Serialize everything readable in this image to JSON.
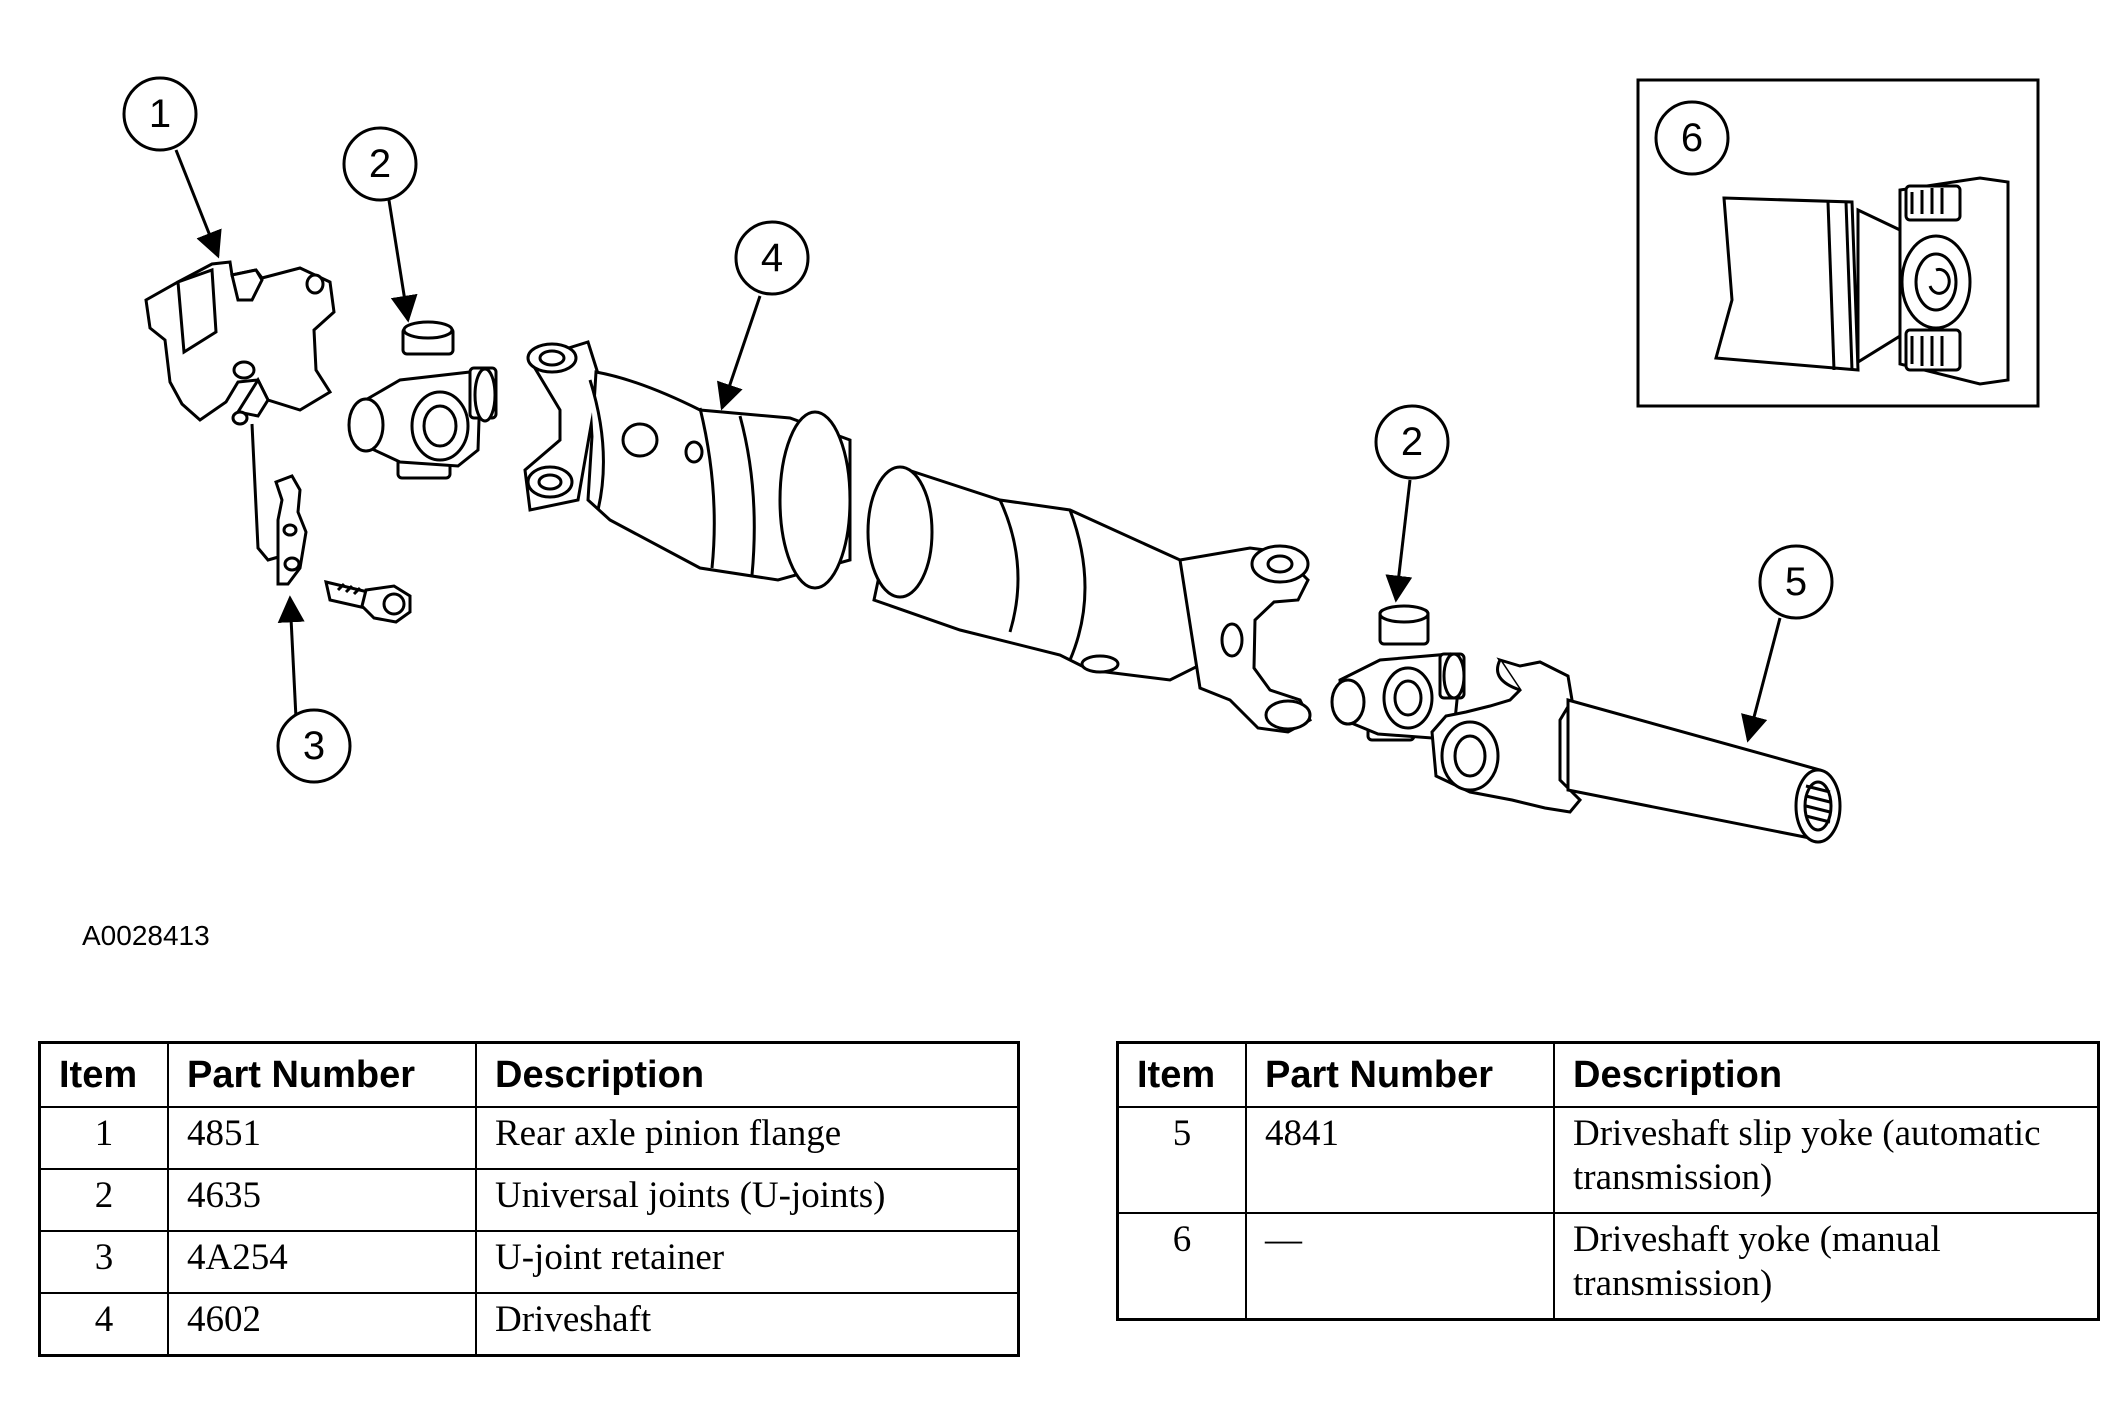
{
  "callouts": {
    "c1": "1",
    "c2a": "2",
    "c2b": "2",
    "c3": "3",
    "c4": "4",
    "c5": "5",
    "c6": "6"
  },
  "figure_id": "A0028413",
  "table_headers": {
    "item": "Item",
    "part_number": "Part Number",
    "description": "Description"
  },
  "parts_left": [
    {
      "item": "1",
      "part_number": "4851",
      "description": "Rear axle pinion flange"
    },
    {
      "item": "2",
      "part_number": "4635",
      "description": "Universal joints (U-joints)"
    },
    {
      "item": "3",
      "part_number": "4A254",
      "description": "U-joint retainer"
    },
    {
      "item": "4",
      "part_number": "4602",
      "description": "Driveshaft"
    }
  ],
  "parts_right": [
    {
      "item": "5",
      "part_number": "4841",
      "description": "Driveshaft slip yoke (automatic transmission)"
    },
    {
      "item": "6",
      "part_number": "—",
      "description": "Driveshaft yoke (manual transmission)"
    }
  ]
}
